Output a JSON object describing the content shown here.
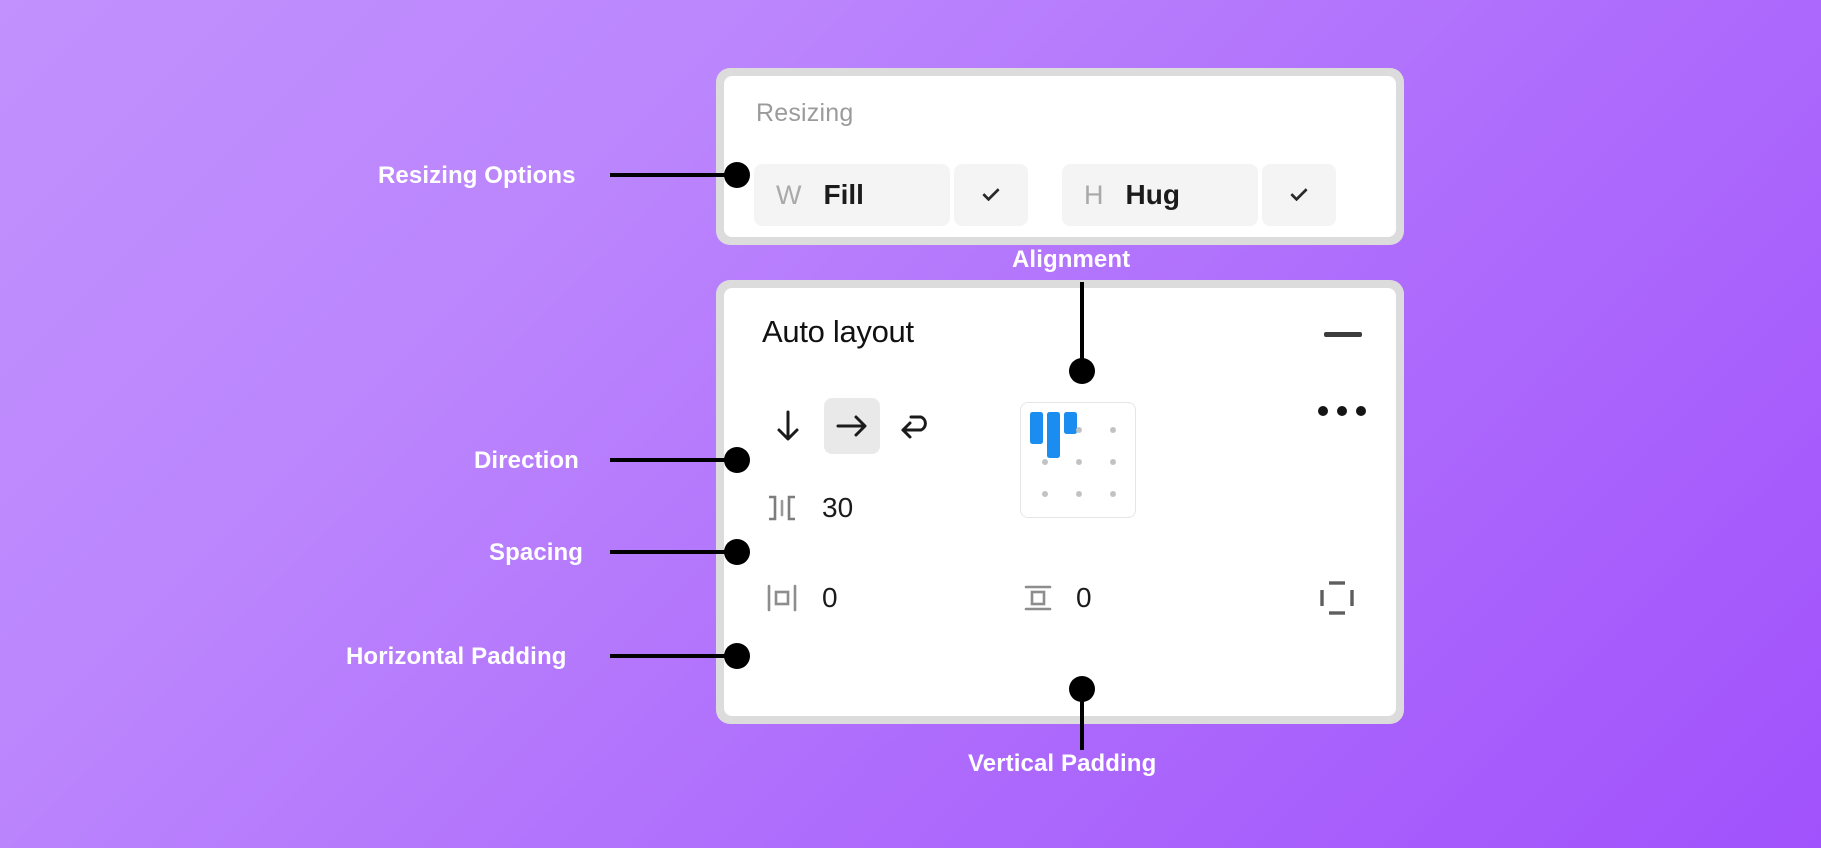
{
  "background": {
    "from": "#c291fd",
    "to": "#a152fc"
  },
  "resizing_panel": {
    "section_label": "Resizing",
    "width_control": {
      "dim_label": "W",
      "value": "Fill",
      "chevron_icon": "chevron-down-icon"
    },
    "height_control": {
      "dim_label": "H",
      "value": "Hug",
      "chevron_icon": "chevron-down-icon"
    }
  },
  "autolayout_panel": {
    "title": "Auto layout",
    "collapse_icon": "minus-icon",
    "more_icon": "ellipsis-icon",
    "direction": {
      "options": [
        {
          "icon": "arrow-down-icon",
          "selected": false
        },
        {
          "icon": "arrow-right-icon",
          "selected": true
        },
        {
          "icon": "wrap-arrow-icon",
          "selected": false
        }
      ]
    },
    "spacing": {
      "icon": "gap-spacing-icon",
      "value": "30"
    },
    "horizontal_padding": {
      "icon": "horizontal-padding-icon",
      "value": "0"
    },
    "vertical_padding": {
      "icon": "vertical-padding-icon",
      "value": "0"
    },
    "individual_padding": {
      "icon": "individual-padding-icon"
    },
    "alignment_widget": {
      "selected_position": "top-left",
      "accent_color": "#1c8df0",
      "dot_color": "#c3c3c3",
      "bars": [
        {
          "x": 8,
          "y": 8,
          "w": 12,
          "h": 30
        },
        {
          "x": 24,
          "y": 8,
          "w": 12,
          "h": 44
        },
        {
          "x": 40,
          "y": 8,
          "w": 12,
          "h": 20
        }
      ]
    }
  },
  "annotations": [
    {
      "id": "resizing-options",
      "text": "Resizing Options"
    },
    {
      "id": "alignment",
      "text": "Alignment"
    },
    {
      "id": "direction",
      "text": "Direction"
    },
    {
      "id": "spacing",
      "text": "Spacing"
    },
    {
      "id": "horizontal-padding",
      "text": "Horizontal Padding"
    },
    {
      "id": "vertical-padding",
      "text": "Vertical Padding"
    }
  ]
}
